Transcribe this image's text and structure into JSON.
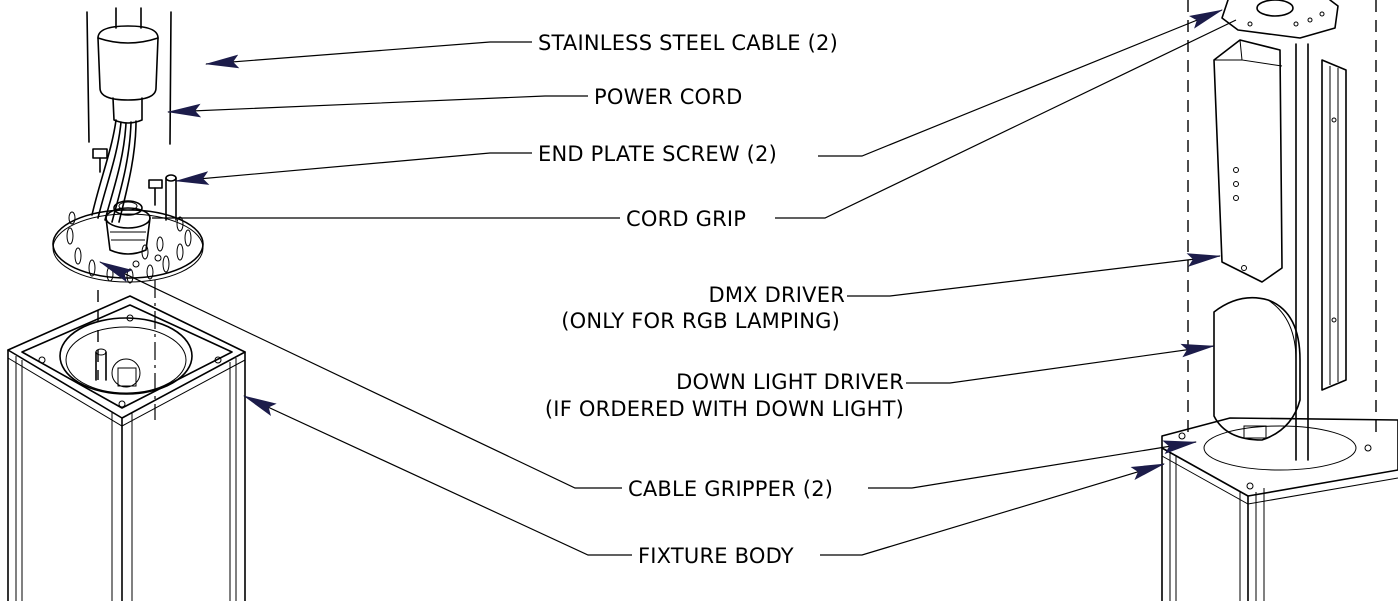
{
  "labels": {
    "stainless_cable": "STAINLESS STEEL CABLE (2)",
    "power_cord": "POWER CORD",
    "end_plate_screw": "END PLATE SCREW (2)",
    "cord_grip": "CORD GRIP",
    "dmx_driver_line1": "DMX DRIVER",
    "dmx_driver_line2": "(ONLY FOR RGB LAMPING)",
    "down_light_driver_line1": "DOWN LIGHT DRIVER",
    "down_light_driver_line2": "(IF ORDERED WITH DOWN LIGHT)",
    "cable_gripper": "CABLE GRIPPER (2)",
    "fixture_body": "FIXTURE BODY"
  },
  "colors": {
    "arrow": "#1c1c4a",
    "ink": "#000000",
    "body_fill": "#ffffff"
  }
}
